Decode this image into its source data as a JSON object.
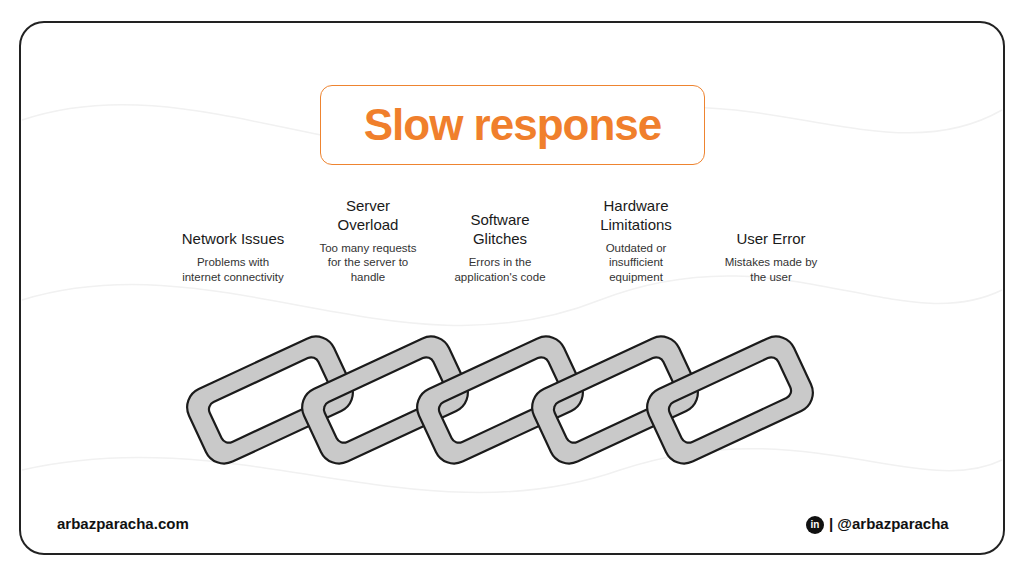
{
  "diagram": {
    "title": "Slow response",
    "labels": [
      "Network Issues",
      "Problems with internet connectivity",
      "Server Overload",
      "Too many requests for the server to handle",
      "Software Glitches",
      "Errors in the application's code",
      "Hardware Limitations",
      "Outdated or insufficient equipment",
      "User Error",
      "Mistakes made by the user",
      "arbazparacha.com",
      "in",
      "| @arbazparacha"
    ]
  }
}
